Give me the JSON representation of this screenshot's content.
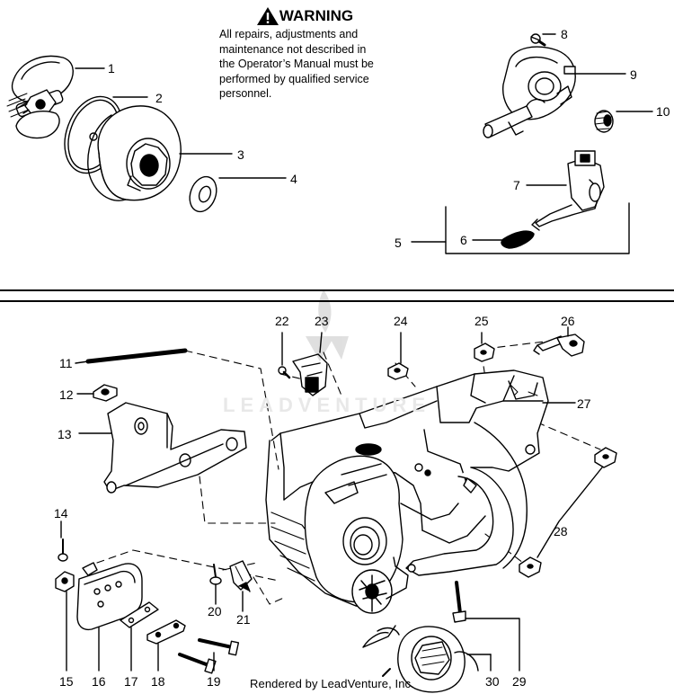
{
  "warning": {
    "title": "WARNING",
    "lines": [
      "All repairs, adjustments and",
      "maintenance not described in",
      "the Operator’s Manual must be",
      "performed by qualified service",
      "personnel."
    ]
  },
  "watermark": "LEADVENTURE",
  "footer": "Rendered by LeadVenture, Inc.",
  "callouts": [
    "1",
    "2",
    "3",
    "4",
    "5",
    "6",
    "7",
    "8",
    "9",
    "10",
    "11",
    "12",
    "13",
    "14",
    "15",
    "16",
    "17",
    "18",
    "19",
    "20",
    "21",
    "22",
    "23",
    "24",
    "25",
    "26",
    "27",
    "28",
    "29",
    "30"
  ],
  "colors": {
    "line": "#000000",
    "background": "#ffffff",
    "watermark": "#e8e8e8"
  }
}
